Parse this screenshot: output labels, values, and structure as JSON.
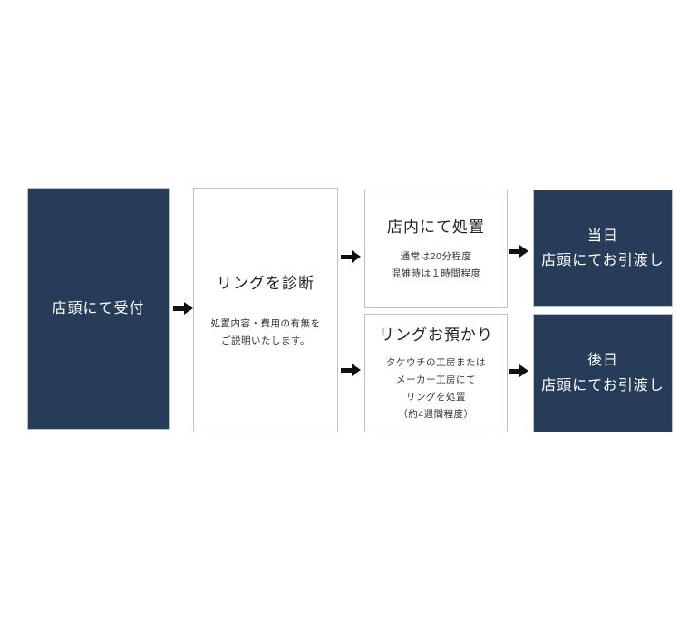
{
  "colors": {
    "dark_box_bg": "#263c59",
    "box_border": "#b9c2ce",
    "light_box_bg": "#ffffff",
    "arrow_color": "#111111",
    "title_text": "#222222",
    "desc_text": "#333333",
    "dark_box_text": "#ffffff",
    "page_bg": "#ffffff"
  },
  "icons": {
    "flow_arrow": "right-arrow"
  },
  "flowchart": {
    "step_reception": {
      "title": "店頭にて受付"
    },
    "step_diagnosis": {
      "title": "リングを診断",
      "description": "処置内容・費用の有無を\nご説明いたします。"
    },
    "step_in_store": {
      "title": "店内にて処置",
      "description": "通常は20分程度\n混雑時は１時間程度"
    },
    "step_deposit": {
      "title": "リングお預かり",
      "description": "タケウチの工房または\nメーカー工房にて\nリングを処置\n（約4週間程度）"
    },
    "step_same_day": {
      "title": "当日\n店頭にてお引渡し"
    },
    "step_later_day": {
      "title": "後日\n店頭にてお引渡し"
    }
  }
}
